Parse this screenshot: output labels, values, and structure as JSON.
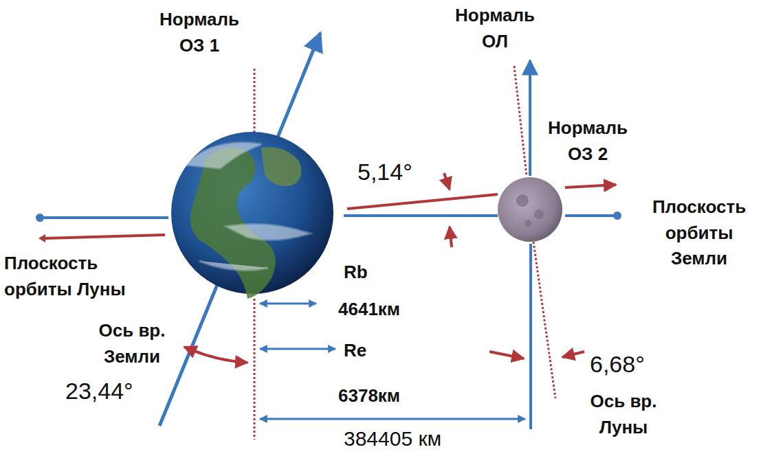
{
  "diagram": {
    "labels": [
      "Нормаль ОЗ 1",
      "Нормаль ОЛ",
      "Нормаль ОЗ 2",
      "5,14°",
      "Плоскость орбиты Земли",
      "Плоскость орбиты Луны",
      "Rb",
      "4641км",
      "Ось вр. Земли",
      "Re",
      "6378км",
      "23,44°",
      "6,68°",
      "Ось вр. Луны",
      "384405 км"
    ]
  }
}
